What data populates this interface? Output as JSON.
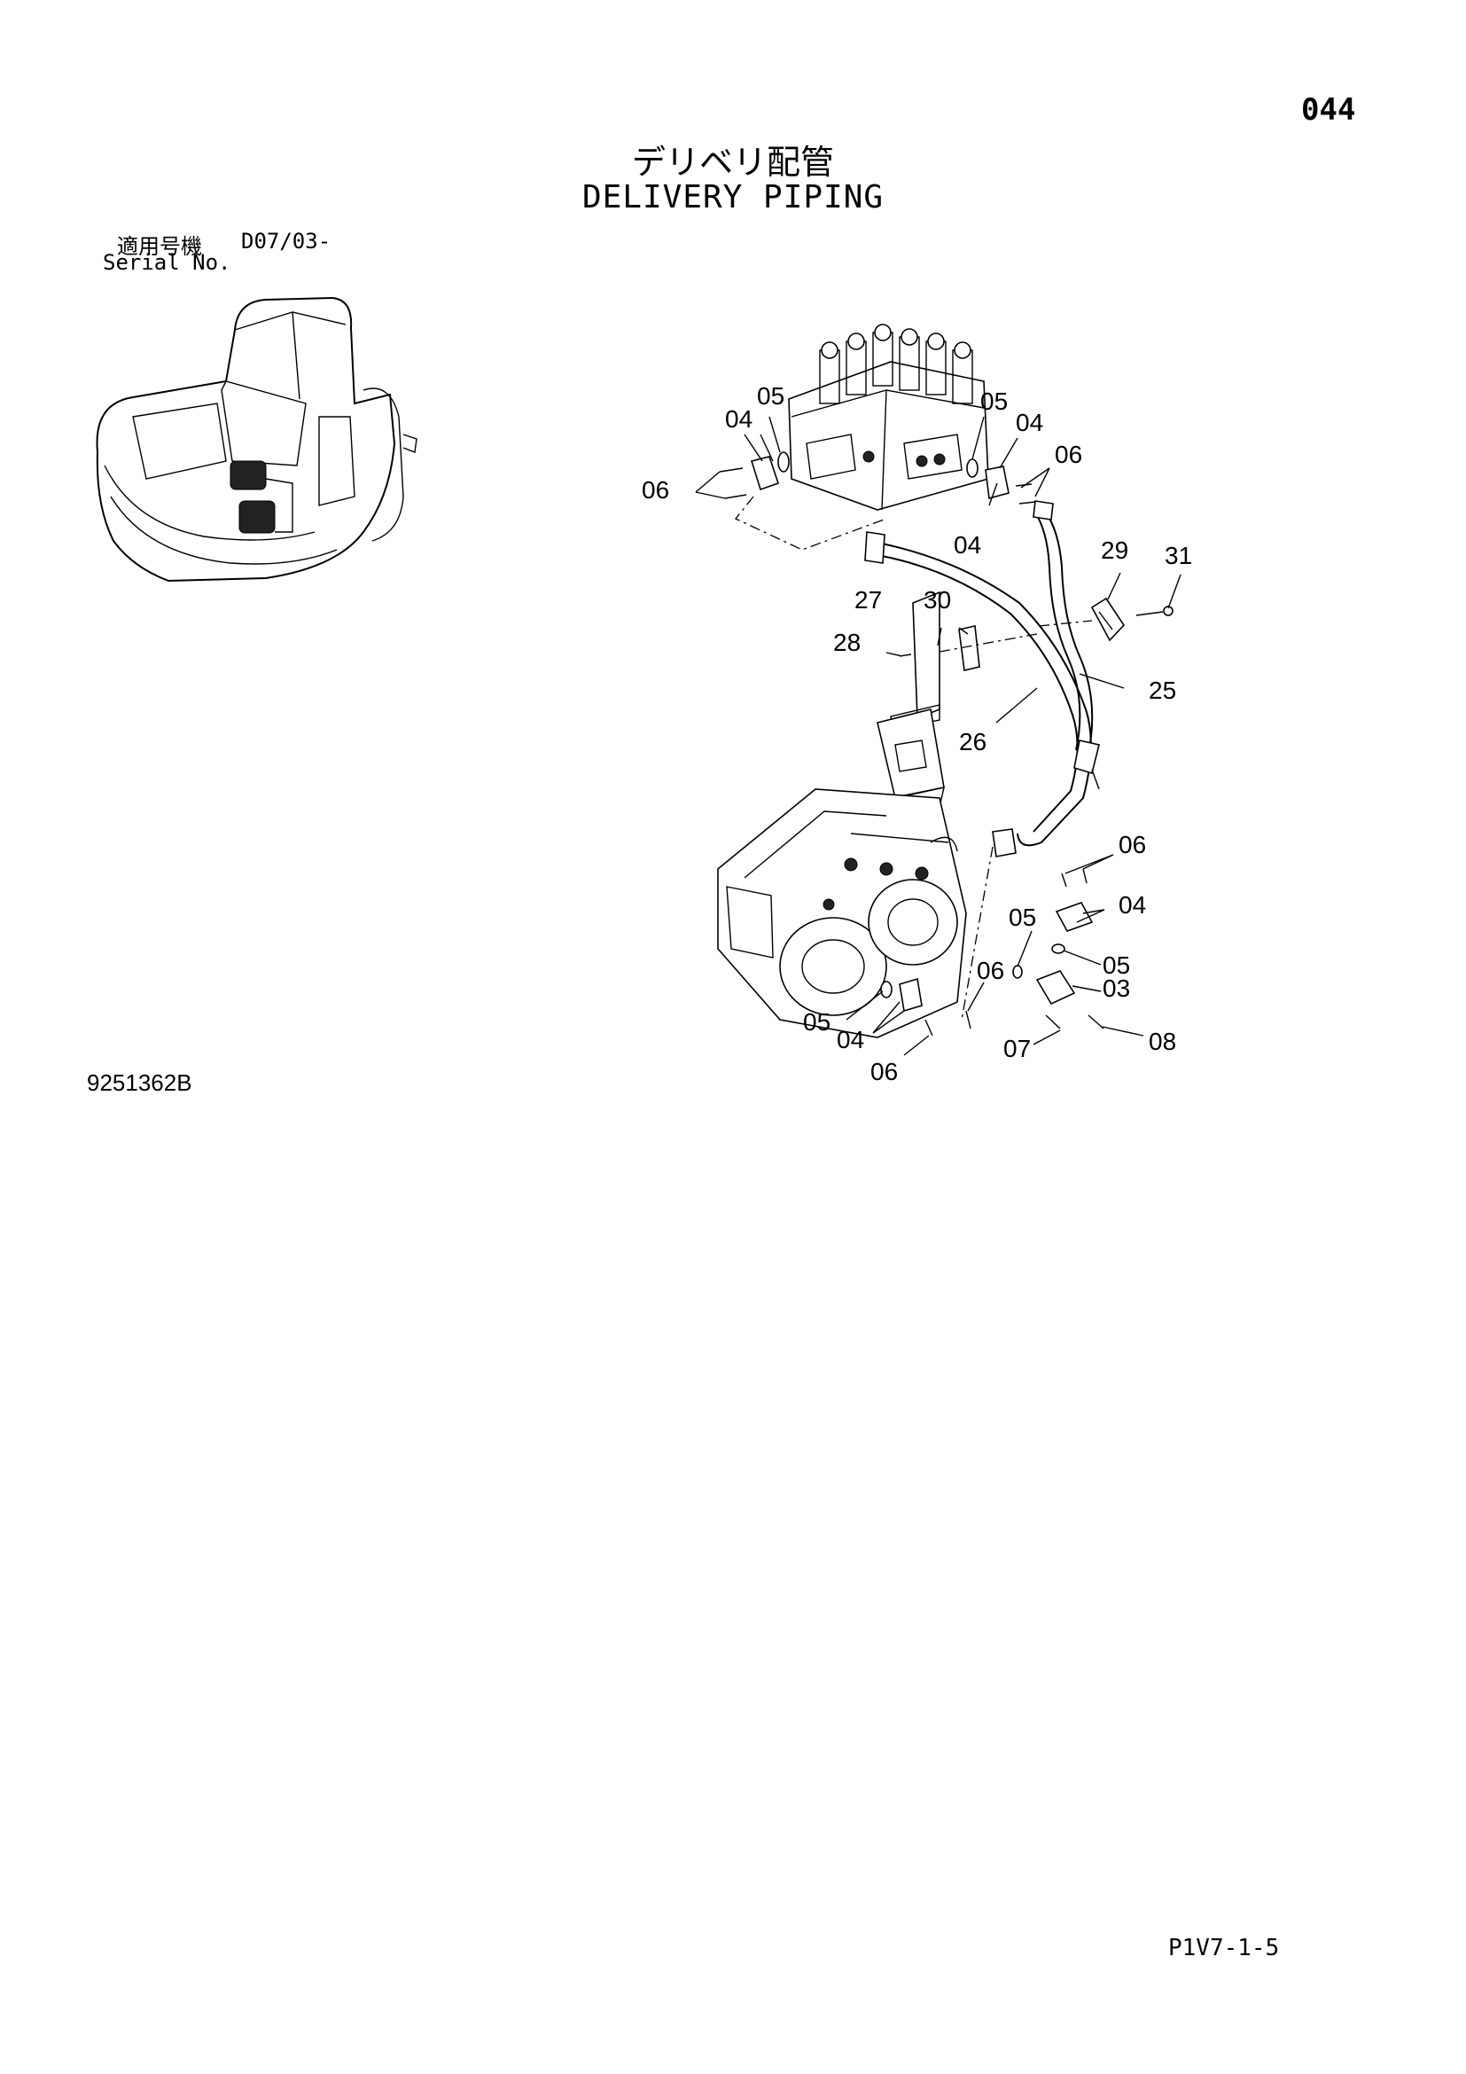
{
  "page_number": "044",
  "title_ja": "デリベリ配管",
  "title_en": "DELIVERY PIPING",
  "serial": {
    "label_ja": "適用号機",
    "code": "D07/03-",
    "label_en": "Serial No."
  },
  "drawing_number": "9251362B",
  "page_ref": "P1V7-1-5",
  "callouts": {
    "c05_top_left": "05",
    "c04_top_left": "04",
    "c06_top_left": "06",
    "c05_top_right": "05",
    "c04_top_right": "04",
    "c06_top_right": "06",
    "c04_top_mid": "04",
    "c29": "29",
    "c31": "31",
    "c27": "27",
    "c30": "30",
    "c28": "28",
    "c25": "25",
    "c26": "26",
    "c06_right": "06",
    "c04_right": "04",
    "c05_right_a": "05",
    "c05_right_b": "05",
    "c03": "03",
    "c06_mid": "06",
    "c05_bottom": "05",
    "c04_bottom": "04",
    "c06_bottom": "06",
    "c07": "07",
    "c08": "08"
  }
}
